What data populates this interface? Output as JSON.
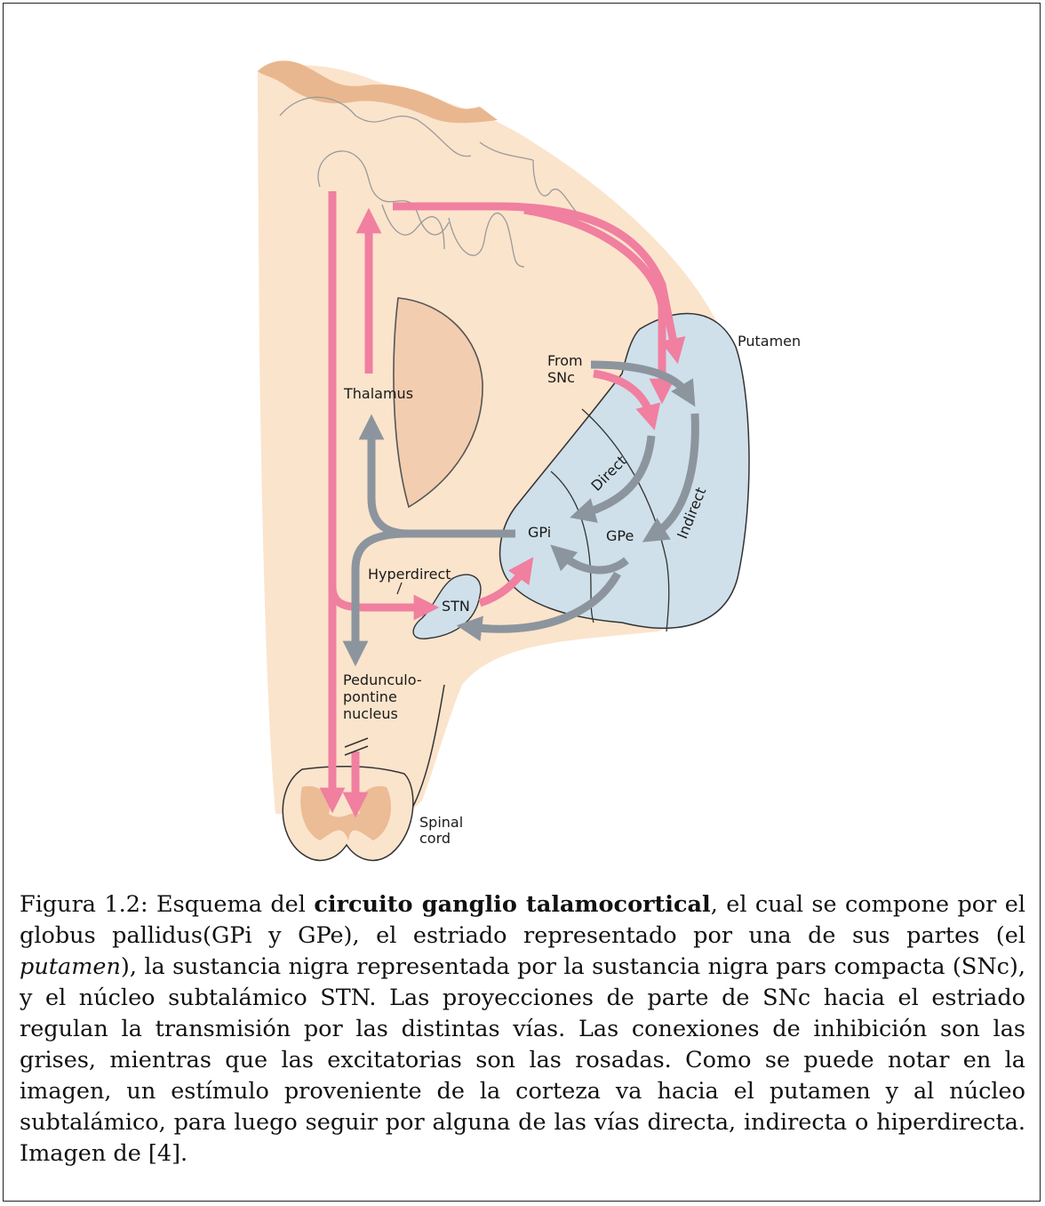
{
  "figure": {
    "labels": {
      "putamen": "Putamen",
      "from_snc_1": "From",
      "from_snc_2": "SNc",
      "thalamus": "Thalamus",
      "direct": "Direct",
      "indirect": "Indirect",
      "gpi": "GPi",
      "gpe": "GPe",
      "hyperdirect": "Hyperdirect",
      "stn": "STN",
      "ppn_1": "Pedunculo-",
      "ppn_2": "pontine",
      "ppn_3": "nucleus",
      "spinal_1": "Spinal",
      "spinal_2": "cord"
    },
    "colors": {
      "excitatory": "#f07fa0",
      "inhibitory": "#8c959e",
      "brain_tissue": "#fbe4cc",
      "nuclei": "#cfe0ea",
      "cortex_dark": "#e9b78f"
    }
  },
  "caption": {
    "prefix": "Figura 1.2: Esquema del ",
    "bold": "circuito ganglio talamocortical",
    "part1": ", el cual se compone por el globus pallidus(GPi y GPe), el estriado representado por una de sus partes (el ",
    "italic": "putamen",
    "part2": "), la sustancia nigra representada por la sustancia nigra pars compacta (SNc), y el núcleo subtalámico STN. Las proyecciones de parte de SNc hacia el estriado regulan la transmisión por las distintas vías. Las conexiones de inhibición son las grises, mientras que las excitatorias son las rosadas. Como se puede notar en la imagen, un estímulo proveniente de la corteza va hacia el putamen y al núcleo subtalámico, para luego seguir por alguna de las vías directa, indirecta o hiperdirecta. Imagen de [4]."
  }
}
